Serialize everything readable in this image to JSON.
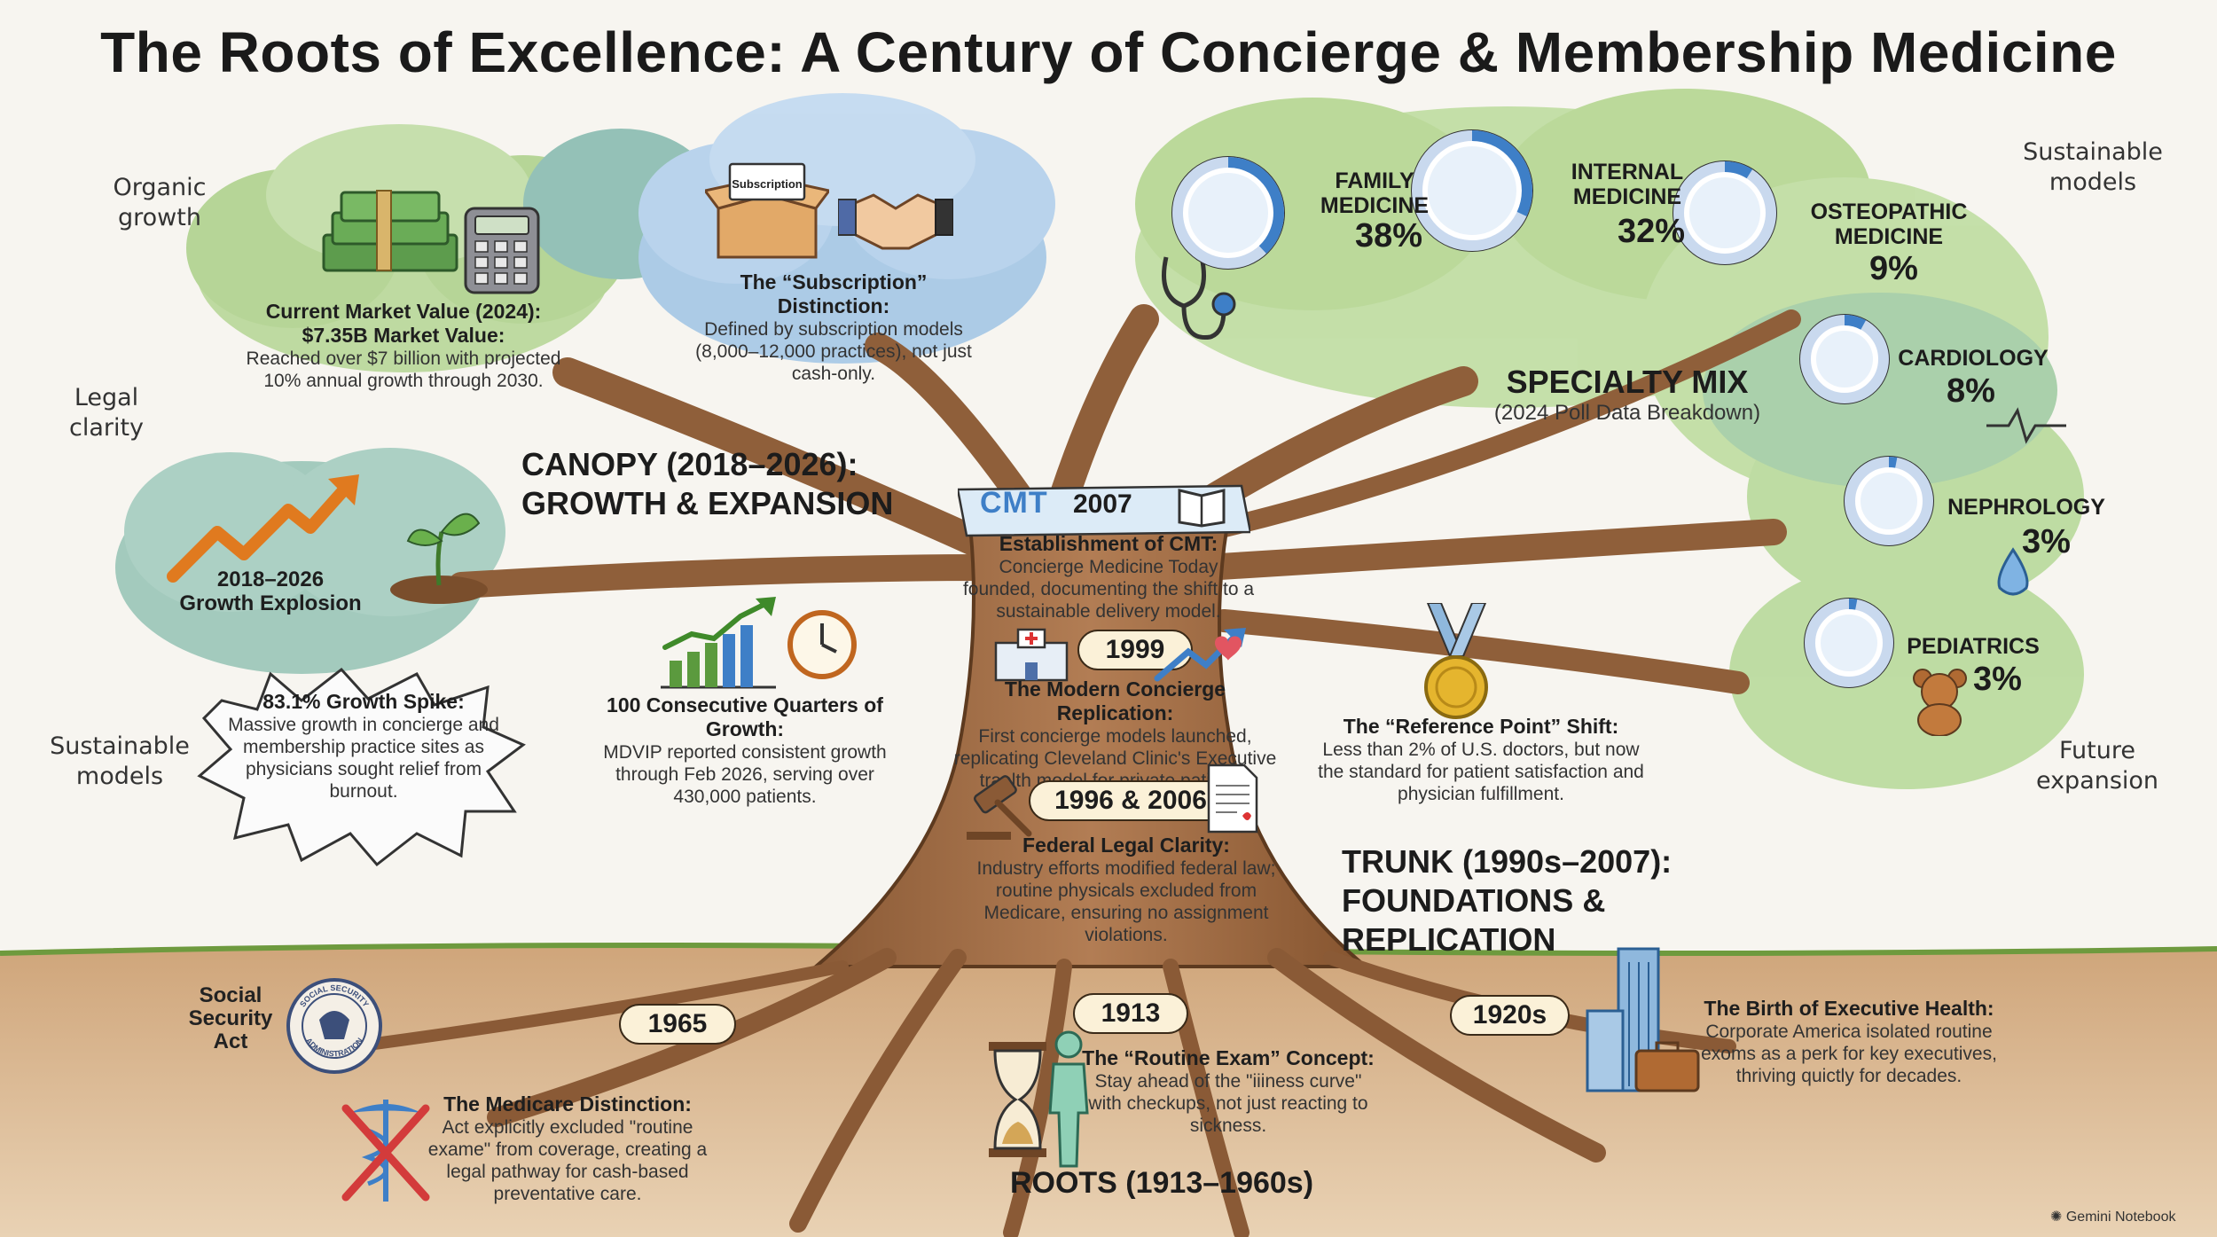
{
  "title": "The Roots of Excellence: A Century of Concierge & Membership Medicine",
  "side_notes": {
    "organic": "Organic\ngrowth",
    "legal": "Legal\nclarity",
    "sustainable_left": "Sustainable\nmodels",
    "sustainable_right": "Sustainable\nmodels",
    "future": "Future\nexpansion"
  },
  "canopy": {
    "heading_line1": "CANOPY (2018–2026):",
    "heading_line2": "GROWTH & EXPANSION",
    "market": {
      "heading1": "Current Market Value (2024):",
      "heading2": "$7.35B Market Value:",
      "body": "Reached over $7 billion with projected 10% annual growth through 2030."
    },
    "subscription": {
      "box_label": "Subscription",
      "heading": "The “Subscription” Distinction:",
      "body": "Defined by subscription models (8,000–12,000 practices), not just cash-only."
    },
    "growth_explosion": {
      "heading1": "2018–2026",
      "heading2": "Growth Explosion"
    },
    "spike": {
      "heading": "83.1% Growth Spike:",
      "body": "Massive growth in concierge and membership practice sites as physicians sought relief from burnout."
    },
    "quarters": {
      "heading": "100 Consecutive Quarters of Growth:",
      "body": "MDVIP reported consistent growth through Feb 2026, serving over 430,000 patients."
    }
  },
  "specialty": {
    "title": "SPECIALTY MIX",
    "subtitle": "(2024 Poll Data Breakdown)",
    "items": [
      {
        "name": "FAMILY\nMEDICINE",
        "pct": "38%",
        "value": 38,
        "icon": "house-icon"
      },
      {
        "name": "INTERNAL\nMEDICINE",
        "pct": "32%",
        "value": 32,
        "icon": "body-icon"
      },
      {
        "name": "OSTEOPATHIC\nMEDICINE",
        "pct": "9%",
        "value": 9,
        "icon": "bone-hands-icon"
      },
      {
        "name": "CARDIOLOGY",
        "pct": "8%",
        "value": 8,
        "icon": "heart-icon"
      },
      {
        "name": "NEPHROLOGY",
        "pct": "3%",
        "value": 3,
        "icon": "kidney-icon"
      },
      {
        "name": "PEDIATRICS",
        "pct": "3%",
        "value": 3,
        "icon": "child-icon"
      }
    ]
  },
  "trunk": {
    "heading_line1": "TRUNK (1990s–2007):",
    "heading_line2": "FOUNDATIONS & REPLICATION",
    "cmt": {
      "logo": "CMT",
      "year": "2007",
      "heading": "Establishment of CMT:",
      "body": "Concierge Medicine Today founded, documenting the shift to a sustainable delivery model."
    },
    "y1999": {
      "year": "1999",
      "heading": "The Modern Concierge Replication:",
      "body": "First concierge models launched, replicating Cleveland Clinic's Executive traelth model for private patients."
    },
    "y1996": {
      "year": "1996 & 2006",
      "heading": "Federal Legal Clarity:",
      "body": "Industry efforts modified federal law; routine physicals excluded from Medicare, ensuring no assignment violations."
    },
    "reference": {
      "heading": "The “Reference Point” Shift:",
      "body": "Less than 2% of U.S. doctors, but now the standard for patient satisfaction and physician fulfillment."
    }
  },
  "roots": {
    "heading": "ROOTS (1913–1960s)",
    "ssa": {
      "label": "Social\nSecurity\nAct",
      "seal_top": "SOCIAL SECURITY",
      "seal_bottom": "ADMINISTRATION"
    },
    "y1965": {
      "year": "1965",
      "heading": "The Medicare Distinction:",
      "body": "Act explicitly excluded \"routine exame\" from coverage, creating a legal pathway for cash-based preventative care."
    },
    "y1913": {
      "year": "1913",
      "heading": "The “Routine Exam” Concept:",
      "body": "Stay ahead of the \"iiiness curve\" with checkups, not just reacting to sickness."
    },
    "y1920": {
      "year": "1920s",
      "heading": "The Birth of Executive Health:",
      "body": "Corporate America isolated routine exoms as a perk for key executives, thriving quictly for decades."
    }
  },
  "watermark": "Gemini Notebook",
  "colors": {
    "trunk": "#9b6a45",
    "trunk_dark": "#6e4526",
    "foliage_green": "#b9d89a",
    "foliage_teal": "#8fbfb4",
    "foliage_blue": "#a9c9e6",
    "soil": "#c9a278",
    "donut_blue": "#3e7fc7",
    "donut_track": "#c9d9ee"
  }
}
